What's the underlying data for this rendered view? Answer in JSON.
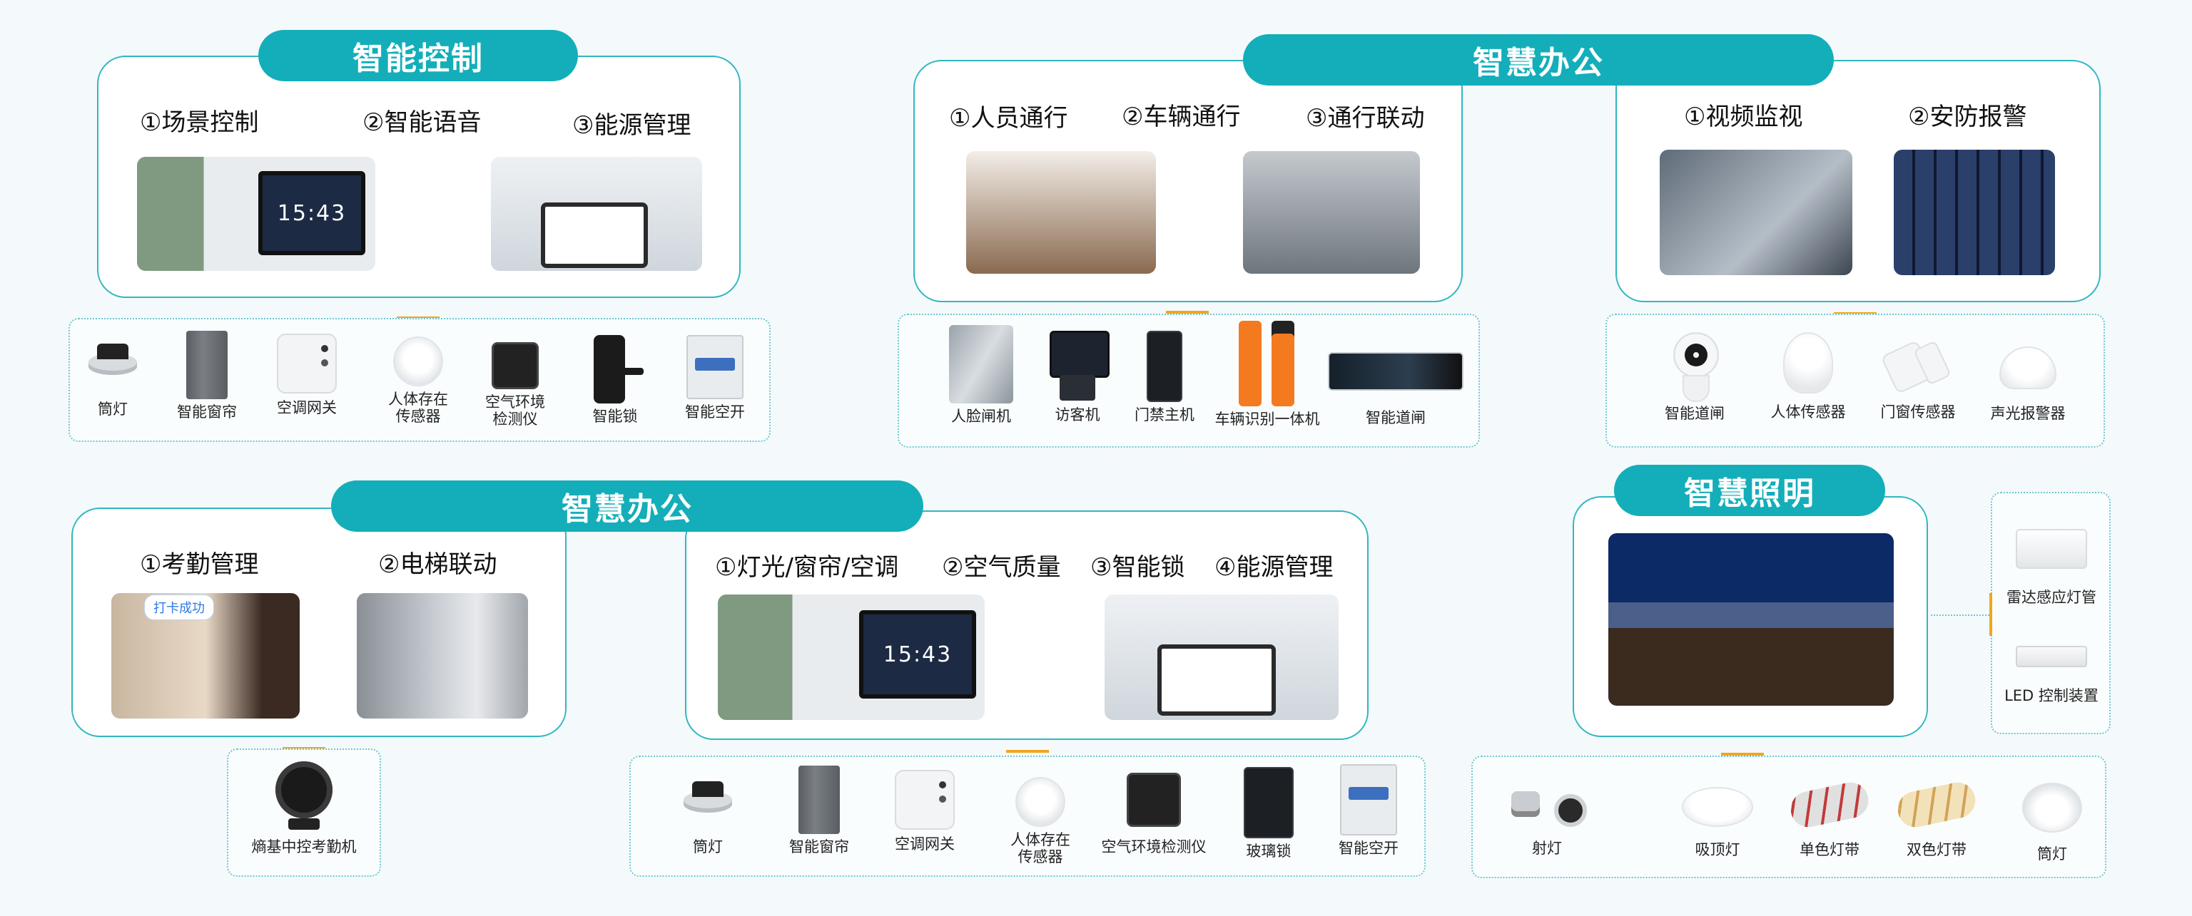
{
  "sections": {
    "control": {
      "title": "智能控制",
      "features": [
        "①场景控制",
        "②智能语音",
        "③能源管理"
      ],
      "devices": [
        {
          "label": "筒灯",
          "icon": "downlight-icon"
        },
        {
          "label": "智能窗帘",
          "icon": "curtain-icon"
        },
        {
          "label": "空调网关",
          "icon": "ac-gateway-icon"
        },
        {
          "label": "人体存在\n传感器",
          "icon": "presence-sensor-icon"
        },
        {
          "label": "空气环境\n检测仪",
          "icon": "air-monitor-icon"
        },
        {
          "label": "智能锁",
          "icon": "smart-lock-icon"
        },
        {
          "label": "智能空开",
          "icon": "smart-breaker-icon"
        }
      ],
      "screen_time": "15:43"
    },
    "office_top": {
      "title": "智慧办公",
      "left_features": [
        "①人员通行",
        "②车辆通行",
        "③通行联动"
      ],
      "right_features": [
        "①视频监视",
        "②安防报警"
      ],
      "left_devices": [
        {
          "label": "人脸闸机",
          "icon": "face-gate-icon"
        },
        {
          "label": "访客机",
          "icon": "visitor-kiosk-icon"
        },
        {
          "label": "门禁主机",
          "icon": "access-panel-icon"
        },
        {
          "label": "车辆识别一体机",
          "icon": "lpr-camera-icon"
        },
        {
          "label": "智能道闸",
          "icon": "barrier-gate-icon"
        }
      ],
      "right_devices": [
        {
          "label": "智能道闸",
          "icon": "camera-icon"
        },
        {
          "label": "人体传感器",
          "icon": "motion-sensor-icon"
        },
        {
          "label": "门窗传感器",
          "icon": "door-sensor-icon"
        },
        {
          "label": "声光报警器",
          "icon": "alarm-icon"
        }
      ]
    },
    "office_bottom": {
      "title": "智慧办公",
      "left_features": [
        "①考勤管理",
        "②电梯联动"
      ],
      "right_features": [
        "①灯光/窗帘/空调",
        "②空气质量",
        "③智能锁",
        "④能源管理"
      ],
      "attendance_badge": "打卡成功",
      "left_devices": [
        {
          "label": "熵基中控考勤机",
          "icon": "attendance-terminal-icon"
        }
      ],
      "right_devices": [
        {
          "label": "筒灯",
          "icon": "downlight-icon"
        },
        {
          "label": "智能窗帘",
          "icon": "curtain-icon"
        },
        {
          "label": "空调网关",
          "icon": "ac-gateway-icon"
        },
        {
          "label": "人体存在\n传感器",
          "icon": "presence-sensor-icon"
        },
        {
          "label": "空气环境检测仪",
          "icon": "air-monitor-icon"
        },
        {
          "label": "玻璃锁",
          "icon": "glass-lock-icon"
        },
        {
          "label": "智能空开",
          "icon": "smart-breaker-icon"
        }
      ],
      "screen_time": "15:43"
    },
    "lighting": {
      "title": "智慧照明",
      "side_devices": [
        {
          "label": "雷达感应灯管",
          "icon": "radar-tube-icon"
        },
        {
          "label": "LED 控制装置",
          "icon": "led-driver-icon"
        }
      ],
      "devices": [
        {
          "label": "射灯",
          "icon": "spotlight-icon"
        },
        {
          "label": "吸顶灯",
          "icon": "ceiling-light-icon"
        },
        {
          "label": "单色灯带",
          "icon": "mono-strip-icon"
        },
        {
          "label": "双色灯带",
          "icon": "dual-strip-icon"
        },
        {
          "label": "筒灯",
          "icon": "downlight-icon"
        }
      ]
    }
  },
  "colors": {
    "accent": "#13aeb9",
    "border": "#2fb7c0",
    "tick": "#f2a51c"
  }
}
